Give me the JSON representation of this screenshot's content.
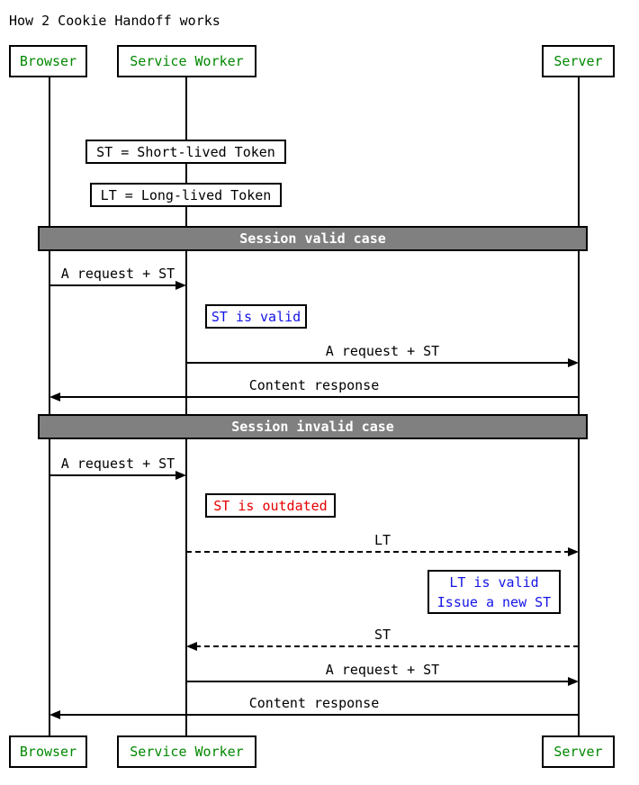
{
  "title": "How 2 Cookie Handoff works",
  "diagram_type": "sequence",
  "colors": {
    "actor_text": "#008800",
    "note_valid_text": "#1414e6",
    "note_error_text": "#e60000",
    "divider_bg": "#808080",
    "divider_text": "#ffffff",
    "line": "#000000",
    "background": "#ffffff"
  },
  "actors": [
    {
      "label": "Browser"
    },
    {
      "label": "Service Worker"
    },
    {
      "label": "Server"
    }
  ],
  "definitions": [
    {
      "text": "ST = Short-lived Token"
    },
    {
      "text": "LT = Long-lived Token"
    }
  ],
  "dividers": [
    {
      "label": "Session valid case"
    },
    {
      "label": "Session invalid case"
    }
  ],
  "messages": [
    {
      "label": "A request + ST",
      "from": "Browser",
      "to": "Service Worker",
      "line_style": "solid"
    },
    {
      "label": "A request + ST",
      "from": "Service Worker",
      "to": "Server",
      "line_style": "solid"
    },
    {
      "label": "Content response",
      "from": "Server",
      "to": "Browser",
      "line_style": "solid"
    },
    {
      "label": "A request + ST",
      "from": "Browser",
      "to": "Service Worker",
      "line_style": "solid"
    },
    {
      "label": "LT",
      "from": "Service Worker",
      "to": "Server",
      "line_style": "dashed"
    },
    {
      "label": "ST",
      "from": "Server",
      "to": "Service Worker",
      "line_style": "dashed"
    },
    {
      "label": "A request + ST",
      "from": "Service Worker",
      "to": "Server",
      "line_style": "solid"
    },
    {
      "label": "Content response",
      "from": "Server",
      "to": "Browser",
      "line_style": "solid"
    }
  ],
  "state_notes": [
    {
      "text": "ST is valid",
      "color": "blue",
      "near": "Service Worker"
    },
    {
      "text": "ST is outdated",
      "color": "red",
      "near": "Service Worker"
    },
    {
      "lines": [
        "LT is valid",
        "Issue a new ST"
      ],
      "color": "blue",
      "near": "Server"
    }
  ]
}
